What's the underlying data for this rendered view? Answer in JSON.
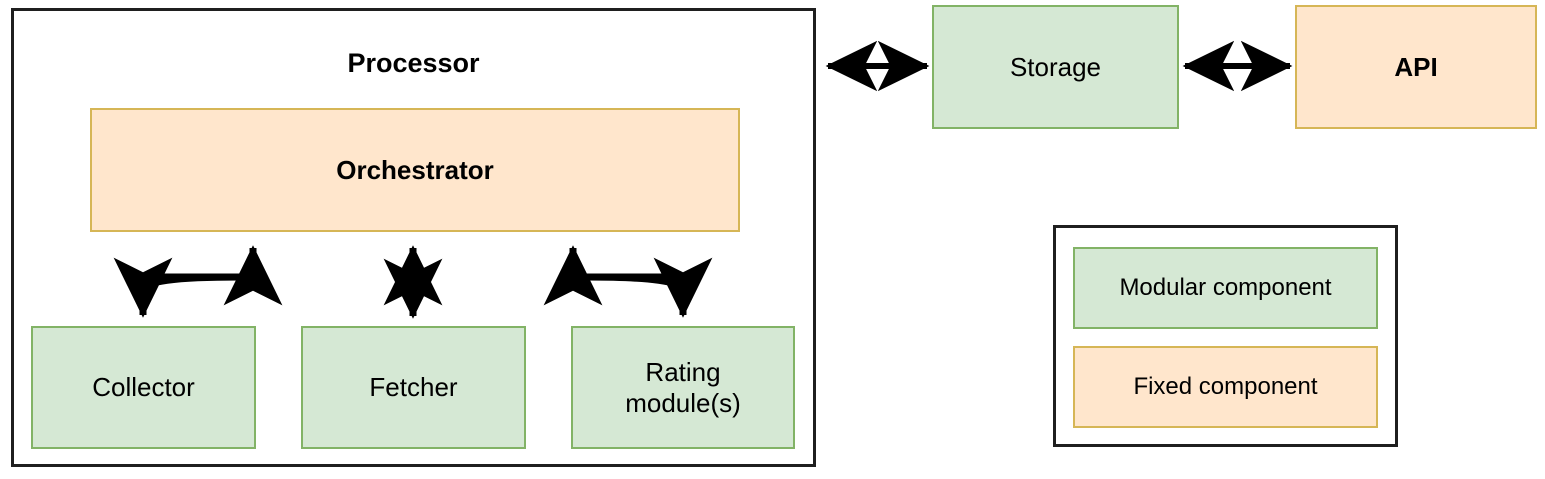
{
  "diagram": {
    "title_bold_labels": [
      "Processor",
      "Orchestrator",
      "API"
    ],
    "processor": {
      "label": "Processor"
    },
    "orchestrator": {
      "label": "Orchestrator"
    },
    "modules": [
      {
        "label": "Collector"
      },
      {
        "label": "Fetcher"
      },
      {
        "label": "Rating\nmodule(s)"
      }
    ],
    "module_labels": {
      "collector": "Collector",
      "fetcher": "Fetcher",
      "rating_line1": "Rating",
      "rating_line2": "module(s)"
    },
    "storage": {
      "label": "Storage"
    },
    "api": {
      "label": "API"
    },
    "legend": {
      "modular": "Modular component",
      "fixed": "Fixed component"
    },
    "connections": [
      {
        "from": "Processor",
        "to": "Storage",
        "style": "double-headed-arrow"
      },
      {
        "from": "Storage",
        "to": "API",
        "style": "double-headed-arrow"
      },
      {
        "from": "Orchestrator",
        "to": "Collector",
        "style": "curved-double-arrow"
      },
      {
        "from": "Orchestrator",
        "to": "Fetcher",
        "style": "straight-double-arrow"
      },
      {
        "from": "Orchestrator",
        "to": "Rating module(s)",
        "style": "curved-double-arrow"
      }
    ],
    "colors": {
      "modular_fill": "#d5e8d4",
      "modular_stroke": "#82b366",
      "fixed_fill": "#ffe6cc",
      "fixed_stroke": "#d6b656",
      "container_stroke": "#1f1f1f",
      "arrow_stroke": "#000000",
      "background": "#ffffff",
      "text": "#000000"
    }
  }
}
